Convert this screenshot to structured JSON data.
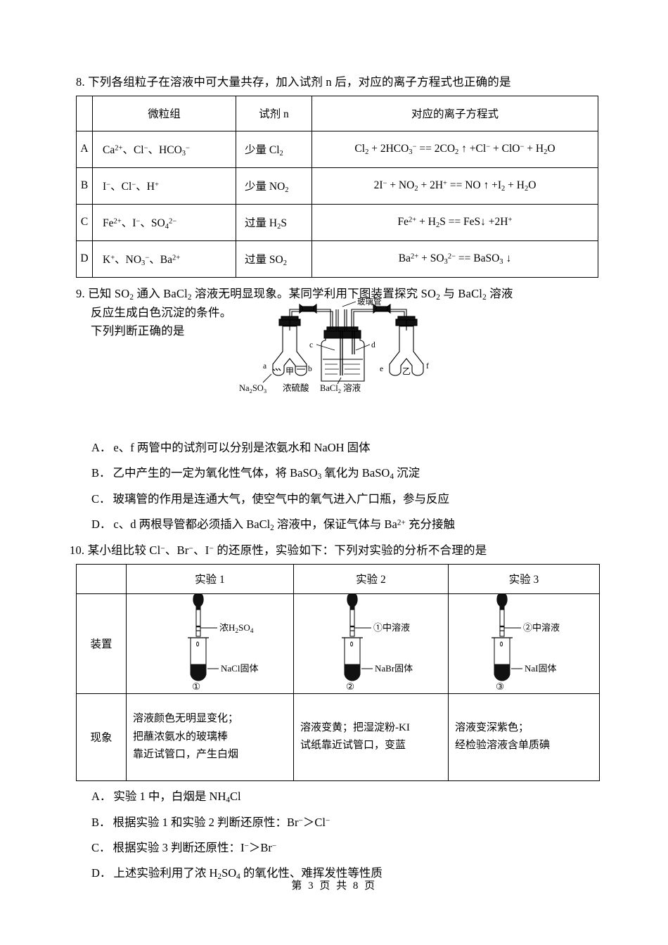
{
  "document": {
    "footer": "第 3 页 共 8 页",
    "page_number": 3,
    "total_pages": 8
  },
  "questions": [
    {
      "number": "8.",
      "stem": "下列各组粒子在溶液中可大量共存，加入试剂 n 后，对应的离子方程式也正确的是",
      "table": {
        "headers": [
          "",
          "微粒组",
          "试剂 n",
          "对应的离子方程式"
        ],
        "rows": [
          {
            "label": "A",
            "group_html": "Ca<sup>2+</sup>、Cl<sup>−</sup>、HCO<sub>3</sub><sup>−</sup>",
            "group_text": "Ca2+、Cl−、HCO3−",
            "reagent_html": "少量 Cl<sub>2</sub>",
            "reagent_text": "少量 Cl2",
            "equation_html": "Cl<sub>2</sub> + 2HCO<sub>3</sub><sup>−</sup> == 2CO<sub>2</sub> ↑ +Cl<sup>−</sup> + ClO<sup>−</sup> + H<sub>2</sub>O",
            "equation_text": "Cl2 + 2HCO3− == 2CO2↑ + Cl− + ClO− + H2O"
          },
          {
            "label": "B",
            "group_html": "I<sup>−</sup>、Cl<sup>−</sup>、H<sup>+</sup>",
            "group_text": "I−、Cl−、H+",
            "reagent_html": "少量 NO<sub>2</sub>",
            "reagent_text": "少量 NO2",
            "equation_html": "2I<sup>−</sup> + NO<sub>2</sub> + 2H<sup>+</sup> == NO ↑ +I<sub>2</sub> + H<sub>2</sub>O",
            "equation_text": "2I− + NO2 + 2H+ == NO↑ + I2 + H2O"
          },
          {
            "label": "C",
            "group_html": "Fe<sup>2+</sup>、I<sup>−</sup>、SO<sub>4</sub><sup>2−</sup>",
            "group_text": "Fe2+、I−、SO4 2−",
            "reagent_html": "过量 H<sub>2</sub>S",
            "reagent_text": "过量 H2S",
            "equation_html": "Fe<sup>2+</sup> + H<sub>2</sub>S == FeS↓ +2H<sup>+</sup>",
            "equation_text": "Fe2+ + H2S == FeS↓ + 2H+"
          },
          {
            "label": "D",
            "group_html": "K<sup>+</sup>、NO<sub>3</sub><sup>−</sup>、Ba<sup>2+</sup>",
            "group_text": "K+、NO3−、Ba2+",
            "reagent_html": "过量 SO<sub>2</sub>",
            "reagent_text": "过量 SO2",
            "equation_html": "Ba<sup>2+</sup> + SO<sub>3</sub><sup>2−</sup> == BaSO<sub>3</sub> ↓",
            "equation_text": "Ba2+ + SO3 2− == BaSO3↓"
          }
        ]
      }
    },
    {
      "number": "9.",
      "stem_line1_html": "已知 SO<sub>2</sub> 通入 BaCl<sub>2</sub> 溶液无明显现象。某同学利用下图装置探究 SO<sub>2</sub> 与 BaCl<sub>2</sub> 溶液",
      "stem_line1_text": "已知 SO2 通入 BaCl2 溶液无明显现象。某同学利用下图装置探究 SO2 与 BaCl2 溶液",
      "stem_line2": "反应生成白色沉淀的条件。",
      "stem_line3": "下列判断正确的是",
      "figure": {
        "name": "sulfur-dioxide-apparatus",
        "labels": {
          "glass_tube": "玻璃管",
          "port_a": "a",
          "port_b": "b",
          "port_c": "c",
          "port_d": "d",
          "port_e": "e",
          "port_f": "f",
          "tube_jia": "甲",
          "tube_yi": "乙",
          "reagent_left_html": "Na<sub>2</sub>SO<sub>3</sub>",
          "reagent_left_text": "Na2SO3",
          "reagent_mid": "浓硫酸",
          "reagent_bottle_html": "BaCl<sub>2</sub> 溶液",
          "reagent_bottle_text": "BaCl2 溶液"
        }
      },
      "options": [
        {
          "label": "A．",
          "html": "e、f 两管中的试剂可以分别是浓氨水和 NaOH 固体",
          "text": "e、f 两管中的试剂可以分别是浓氨水和 NaOH 固体"
        },
        {
          "label": "B．",
          "html": "乙中产生的一定为氧化性气体，将 BaSO<sub>3</sub> 氧化为 BaSO<sub>4</sub> 沉淀",
          "text": "乙中产生的一定为氧化性气体，将 BaSO3 氧化为 BaSO4 沉淀"
        },
        {
          "label": "C．",
          "html": "玻璃管的作用是连通大气，使空气中的氧气进入广口瓶，参与反应",
          "text": "玻璃管的作用是连通大气，使空气中的氧气进入广口瓶，参与反应"
        },
        {
          "label": "D．",
          "html": "c、d 两根导管都必须插入 BaCl<sub>2</sub> 溶液中，保证气体与 Ba<sup>2+</sup> 充分接触",
          "text": "c、d 两根导管都必须插入 BaCl2 溶液中，保证气体与 Ba2+ 充分接触"
        }
      ]
    },
    {
      "number": "10.",
      "stem_html": "某小组比较 Cl<sup>−</sup>、Br<sup>−</sup>、I<sup>−</sup> 的还原性，实验如下：下列对实验的分析不合理的是",
      "stem_text": "某小组比较 Cl−、Br−、I− 的还原性，实验如下：下列对实验的分析不合理的是",
      "table": {
        "headers": [
          "",
          "实验 1",
          "实验 2",
          "实验 3"
        ],
        "row_labels": {
          "apparatus": "装置",
          "phenomenon": "现象"
        },
        "apparatus": [
          {
            "dropper_label_html": "浓H<sub>2</sub>SO<sub>4</sub>",
            "dropper_label_text": "浓H2SO4",
            "solid_label": "NaCl固体",
            "number": "①"
          },
          {
            "dropper_label_html": "①中溶液",
            "dropper_label_text": "①中溶液",
            "solid_label": "NaBr固体",
            "number": "②"
          },
          {
            "dropper_label_html": "②中溶液",
            "dropper_label_text": "②中溶液",
            "solid_label": "NaI固体",
            "number": "③"
          }
        ],
        "phenomena": [
          [
            "溶液颜色无明显变化；",
            "把蘸浓氨水的玻璃棒",
            "靠近试管口，产生白烟"
          ],
          [
            "溶液变黄；把湿淀粉-KI",
            "试纸靠近试管口，变蓝"
          ],
          [
            "溶液变深紫色；",
            "经检验溶液含单质碘"
          ]
        ]
      },
      "options": [
        {
          "label": "A．",
          "html": "实验 1 中，白烟是 NH<sub>4</sub>Cl",
          "text": "实验 1 中，白烟是 NH4Cl"
        },
        {
          "label": "B．",
          "html": "根据实验 1 和实验 2 判断还原性：Br<sup>−</sup>＞Cl<sup>−</sup>",
          "text": "根据实验 1 和实验 2 判断还原性：Br−＞Cl−"
        },
        {
          "label": "C．",
          "html": "根据实验 3 判断还原性：I<sup>−</sup>＞Br<sup>−</sup>",
          "text": "根据实验 3 判断还原性：I−＞Br−"
        },
        {
          "label": "D．",
          "html": "上述实验利用了浓 H<sub>2</sub>SO<sub>4</sub> 的氧化性、难挥发性等性质",
          "text": "上述实验利用了浓 H2SO4 的氧化性、难挥发性等性质"
        }
      ]
    }
  ],
  "colors": {
    "text": "#000000",
    "background": "#ffffff",
    "table_border": "#000000"
  }
}
